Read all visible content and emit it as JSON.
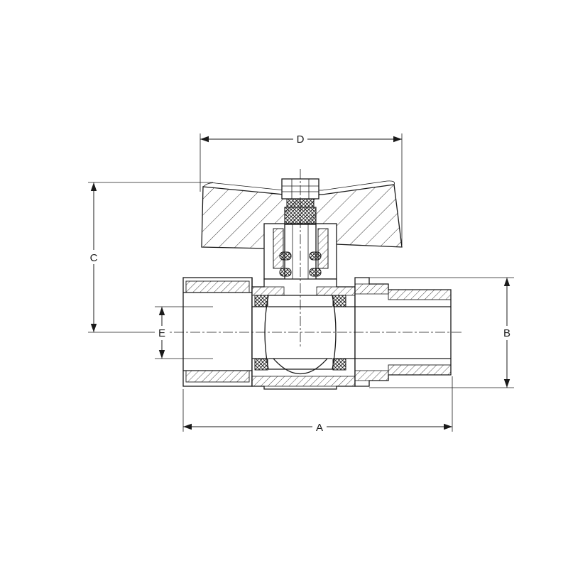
{
  "dimensions": {
    "A": "A",
    "B": "B",
    "C": "C",
    "D": "D",
    "E": "E"
  }
}
